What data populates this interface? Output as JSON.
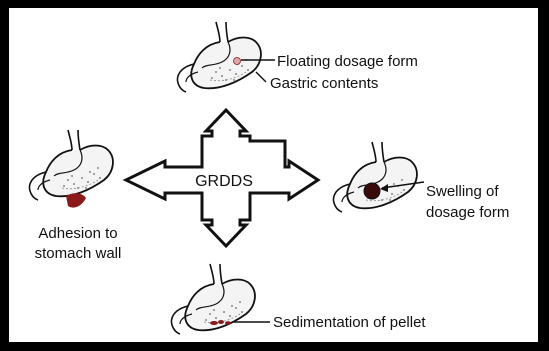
{
  "diagram": {
    "center_label": "GRDDS",
    "top": {
      "label_1": "Floating dosage form",
      "label_2": "Gastric contents"
    },
    "left": {
      "label_line1": "Adhesion to",
      "label_line2": "stomach wall"
    },
    "right": {
      "label_line1": "Swelling of",
      "label_line2": "dosage form"
    },
    "bottom": {
      "label": "Sedimentation of pellet"
    }
  },
  "colors": {
    "frame": "#000000",
    "background": "#ffffff",
    "ink": "#111111",
    "dosage_red": "#8b1a1a",
    "floating_dot": "#d9a7a7"
  },
  "icons": [
    "stomach-icon",
    "cross-arrow-icon"
  ]
}
